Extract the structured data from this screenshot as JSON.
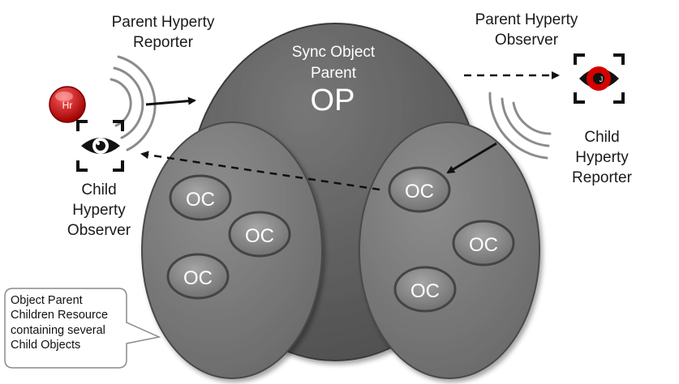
{
  "parent_reporter": {
    "line1": "Parent  Hyperty",
    "line2": "Reporter"
  },
  "parent_observer": {
    "line1": "Parent Hyperty",
    "line2": "Observer"
  },
  "child_reporter": {
    "line1": "Child",
    "line2": "Hyperty",
    "line3": "Reporter"
  },
  "child_observer": {
    "line1": "Child",
    "line2": "Hyperty",
    "line3": "Observer"
  },
  "sync_object": {
    "line1": "Sync Object",
    "line2": "Parent",
    "short": "OP"
  },
  "hr_badge": "Hr",
  "observer_eye_badge": "J",
  "oc_label": "OC",
  "callout": {
    "line1": "Object Parent",
    "line2": "Children Resource",
    "line3": "containing several",
    "line4": "Child  Objects"
  },
  "colors": {
    "big_oval": "#616161",
    "child_ovals": "#7a7a7a",
    "oc_nodes": "#8a8a8a",
    "hr_badge": "#c80000",
    "observer_eye": "#d40000"
  }
}
